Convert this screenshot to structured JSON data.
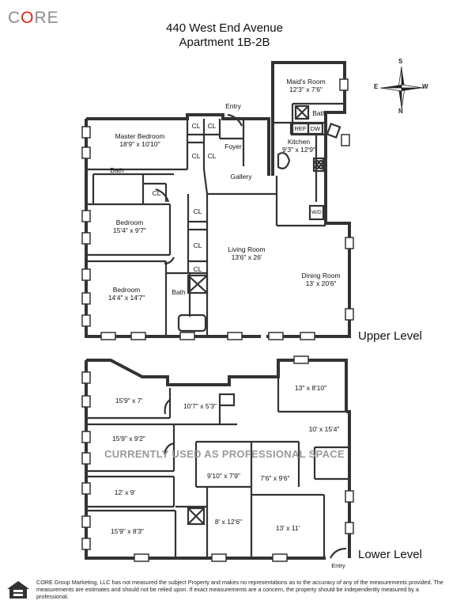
{
  "brand": {
    "logo": "CORE"
  },
  "header": {
    "address": "440 West End Avenue",
    "unit": "Apartment 1B-2B"
  },
  "compass": {
    "n": "N",
    "s": "S",
    "e": "E",
    "w": "W"
  },
  "upper": {
    "level_label": "Upper Level",
    "rooms": {
      "maids_room": {
        "name": "Maid's Room",
        "dims": "12'3\" x 7'6\""
      },
      "maids_bath": {
        "name": "Bath"
      },
      "kitchen": {
        "name": "Kitchen",
        "dims": "9'3\" x 12'9\""
      },
      "ref": "REF",
      "dw": "DW",
      "wd": "W/D",
      "entry": "Entry",
      "foyer": "Foyer",
      "gallery": "Gallery",
      "master": {
        "name": "Master Bedroom",
        "dims": "18'9\" x 10'10\""
      },
      "master_bath": "Bath",
      "bedroom1": {
        "name": "Bedroom",
        "dims": "15'4\" x 9'7\""
      },
      "bedroom2": {
        "name": "Bedroom",
        "dims": "14'4\" x 14'7\""
      },
      "bath_lower": "Bath",
      "living": {
        "name": "Living Room",
        "dims": "13'6\" x 26'"
      },
      "dining": {
        "name": "Dining Room",
        "dims": "13' x 20'6\""
      },
      "closet": "CL"
    }
  },
  "lower": {
    "level_label": "Lower Level",
    "entry": "Entry",
    "watermark": "CURRENTLY USED AS PROFESSIONAL SPACE",
    "rooms": {
      "r1": "15'9\" x 7'",
      "r2": "10'7\" x 5'3\"",
      "r3": "13\" x 8'10\"",
      "r4": "15'9\" x 9'2\"",
      "r5": "10' x 15'4\"",
      "r6": "9'10\" x 7'9\"",
      "r7": "7'6\" x 9'6\"",
      "r8": "12' x 9'",
      "r9": "8' x 12'6\"",
      "r10": "13' x 11'",
      "r11": "15'9\" x 8'3\""
    }
  },
  "footer": {
    "disclaimer": "CORE Group Marketing, LLC has not measured the subject Property and makes no representations as to the accuracy of any of the measurements provided. The measurements are estimates and should not be relied upon. If exact measurements are a concern, the property should be independently measured by a professional."
  },
  "colors": {
    "brand_gray": "#8a8d91",
    "brand_red": "#e2231a",
    "wall": "#333333",
    "watermark": "#9a9a9a"
  }
}
